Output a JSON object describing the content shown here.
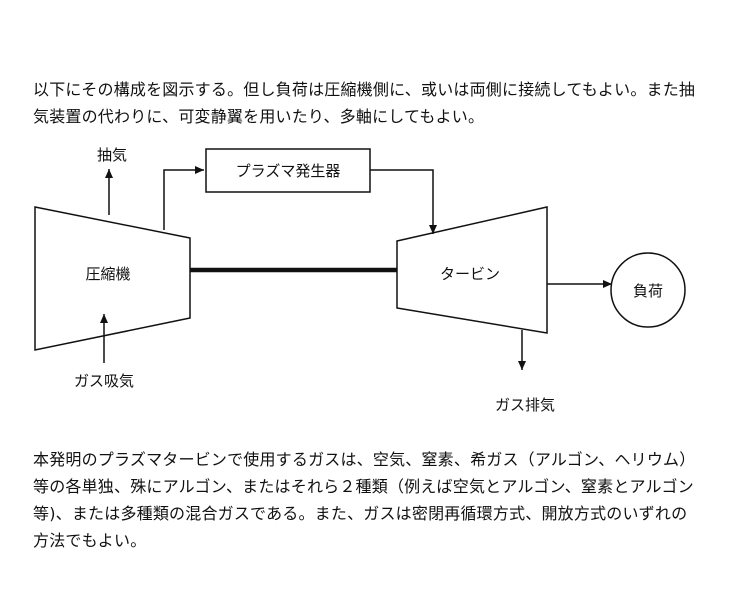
{
  "intro_lines": [
    "以下にその構成を図示する。但し負荷は圧縮機側に、或いは両側に接続してもよい。また抽",
    "気装置の代わりに、可変静翼を用いたり、多軸にしてもよい。"
  ],
  "diagram": {
    "extraction": "抽気",
    "plasma_generator": "プラズマ発生器",
    "compressor": "圧縮機",
    "turbine": "タービン",
    "load": "負荷",
    "gas_intake": "ガス吸気",
    "gas_exhaust": "ガス排気"
  },
  "body_lines": [
    "本発明のプラズマタービンで使用するガスは、空気、窒素、希ガス（アルゴン、ヘリウム）",
    "等の各単独、殊にアルゴン、またはそれら２種類（例えば空気とアルゴン、窒素とアルゴン",
    "等)、または多種類の混合ガスである。また、ガスは密閉再循環方式、開放方式のいずれの",
    "方法でもよい。"
  ]
}
